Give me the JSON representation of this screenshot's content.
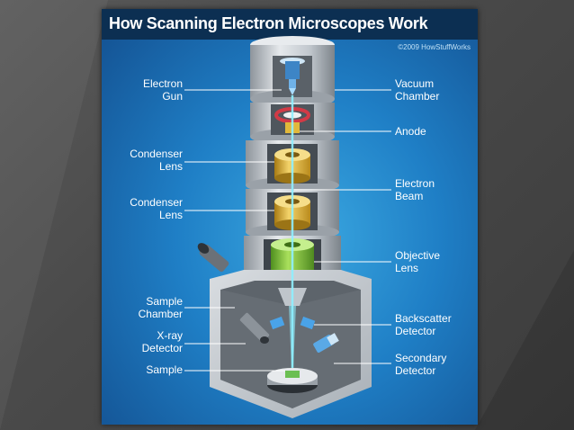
{
  "title": "How Scanning Electron Microscopes Work",
  "credit": "©2009 HowStuffWorks",
  "labels_left": [
    {
      "id": "electron-gun",
      "text": "Electron\nGun"
    },
    {
      "id": "condenser-lens-1",
      "text": "Condenser\nLens"
    },
    {
      "id": "condenser-lens-2",
      "text": "Condenser\nLens"
    },
    {
      "id": "sample-chamber",
      "text": "Sample\nChamber"
    },
    {
      "id": "xray-detector",
      "text": "X-ray\nDetector"
    },
    {
      "id": "sample",
      "text": "Sample"
    }
  ],
  "labels_right": [
    {
      "id": "vacuum-chamber",
      "text": "Vacuum\nChamber"
    },
    {
      "id": "anode",
      "text": "Anode"
    },
    {
      "id": "electron-beam",
      "text": "Electron\nBeam"
    },
    {
      "id": "objective-lens",
      "text": "Objective\nLens"
    },
    {
      "id": "backscatter-detector",
      "text": "Backscatter\nDetector"
    },
    {
      "id": "secondary-detector",
      "text": "Secondary\nDetector"
    }
  ],
  "colors": {
    "panel_blue": "#1f7fc6",
    "title_bar": "#0c2f52",
    "column_gray": "#c9ced3",
    "lens_gold": "#e2b83a",
    "objective_green": "#7fbf3a",
    "beam_cyan": "#8ff0ff"
  }
}
